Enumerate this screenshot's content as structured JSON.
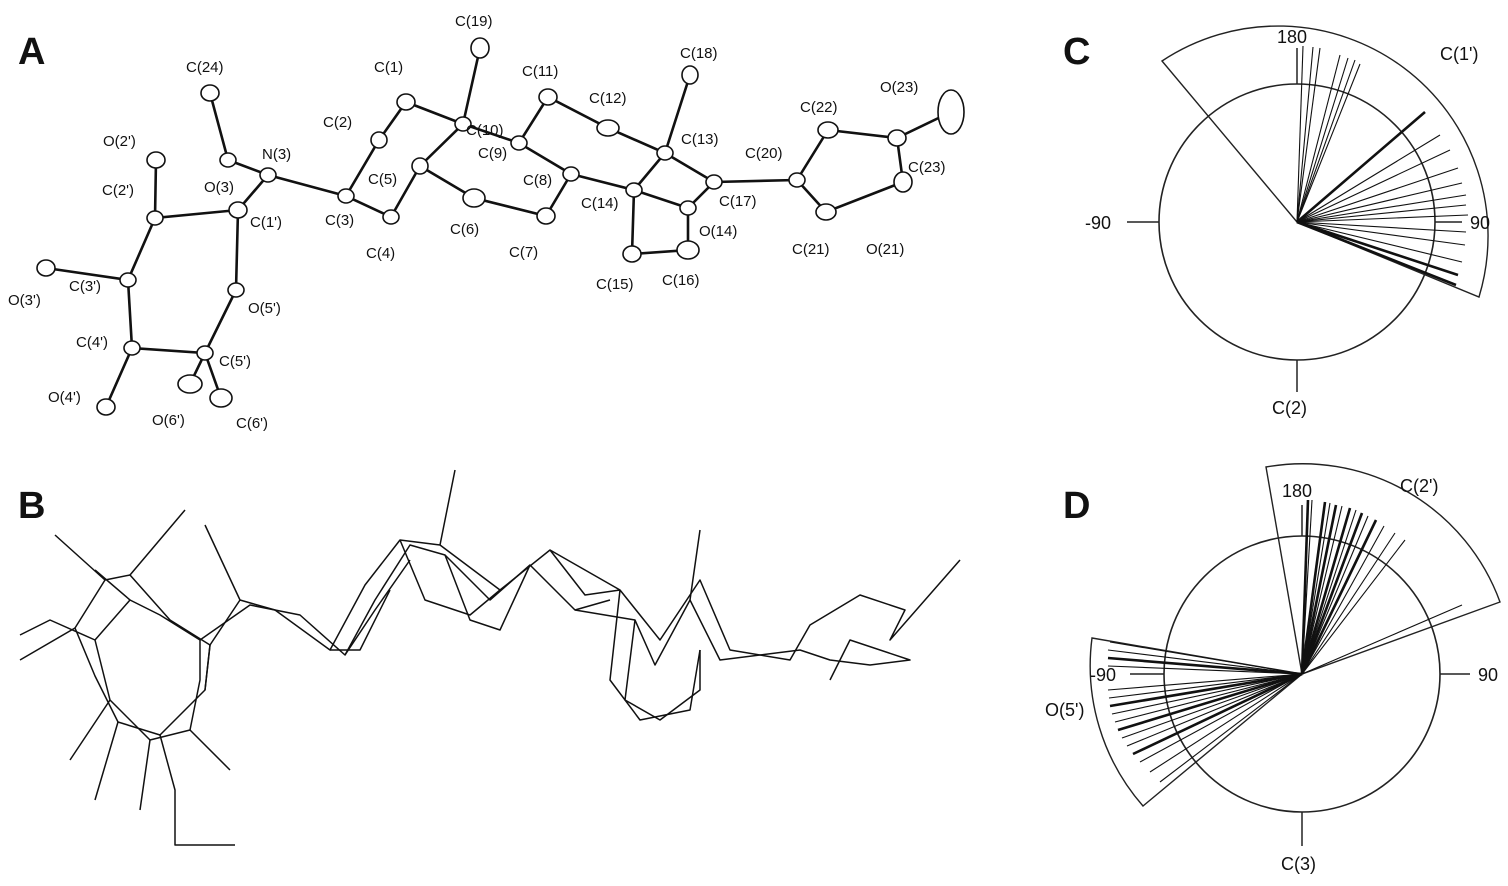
{
  "panels": {
    "a": "A",
    "b": "B",
    "c": "C",
    "d": "D"
  },
  "atom_labels": {
    "c19": "C(19)",
    "c24": "C(24)",
    "c1": "C(1)",
    "c11": "C(11)",
    "c18": "C(18)",
    "o23": "O(23)",
    "o2p": "O(2')",
    "c2": "C(2)",
    "c10": "C(10)",
    "c12": "C(12)",
    "c22": "C(22)",
    "n3": "N(3)",
    "c9": "C(9)",
    "c13": "C(13)",
    "c20": "C(20)",
    "o3": "O(3)",
    "c5": "C(5)",
    "c8": "C(8)",
    "c23": "C(23)",
    "c2p": "C(2')",
    "c1p": "C(1')",
    "c3": "C(3)",
    "c14": "C(14)",
    "c17": "C(17)",
    "c6": "C(6)",
    "o14": "O(14)",
    "c4": "C(4)",
    "c7": "C(7)",
    "c21": "C(21)",
    "o21": "O(21)",
    "c16": "C(16)",
    "o3p": "O(3')",
    "c3p": "C(3')",
    "c15": "C(15)",
    "o5p": "O(5')",
    "c4p": "C(4')",
    "c5p": "C(5')",
    "o4p": "O(4')",
    "o6p": "O(6')",
    "c6p": "C(6')"
  },
  "dial_c": {
    "top": "180",
    "left": "-90",
    "right": "90",
    "sector_label": "C(1')",
    "bottom_label": "C(2)"
  },
  "dial_d": {
    "top": "180",
    "left": "-90",
    "right": "90",
    "sector_label": "C(2')",
    "left_sector_label": "O(5')",
    "bottom_label": "C(3)"
  }
}
